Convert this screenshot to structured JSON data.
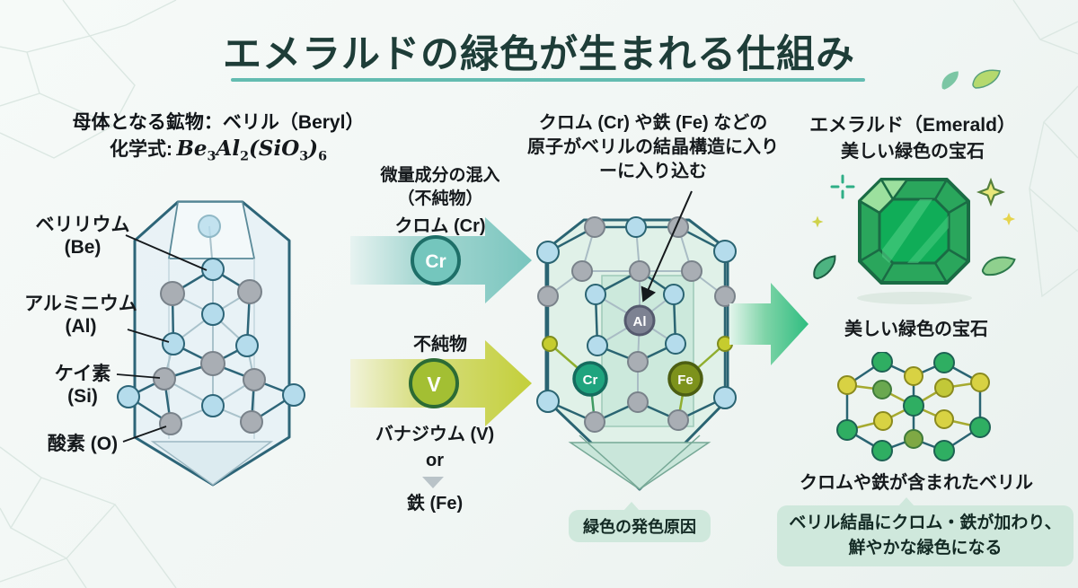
{
  "title": "エメラルドの緑色が生まれる仕組み",
  "beryl": {
    "heading": "母体となる鉱物：ベリル（Beryl）",
    "formula_prefix": "化学式:",
    "formula": {
      "p1": "Be",
      "s1": "3",
      "p2": "Al",
      "s2": "2",
      "p3": "(SiO",
      "s3": "3",
      "p4": ")",
      "s4": "6"
    },
    "atom_labels": [
      {
        "line1": "ベリリウム",
        "line2": "(Be)"
      },
      {
        "line1": "アルミニウム",
        "line2": "(Al)"
      },
      {
        "line1": "ケイ素",
        "line2": "(Si)"
      },
      {
        "line1": "酸素 (O)",
        "line2": ""
      }
    ]
  },
  "impurity_flow": {
    "heading_line1": "微量成分の混入",
    "heading_line2": "（不純物）",
    "chromium_label": "クロム (Cr)",
    "cr_badge": "Cr",
    "impurity_label": "不純物",
    "v_badge": "V",
    "vanadium_label": "バナジウム (V)",
    "or_label": "or",
    "iron_label": "鉄 (Fe)"
  },
  "doped_crystal": {
    "caption_line1": "クロム (Cr) や鉄 (Fe) などの",
    "caption_line2": "原子がベリルの結晶構造に入り",
    "caption_line3": "ーに入り込む",
    "al_badge": "Al",
    "cr_badge": "Cr",
    "fe_badge": "Fe",
    "cause_pill": "緑色の発色原因"
  },
  "emerald": {
    "heading": "エメラルド（Emerald）",
    "subheading": "美しい緑色の宝石",
    "lattice_heading": "美しい緑色の宝石",
    "lattice_caption": "クロムや鉄が含まれたベリル",
    "summary_line1": "ベリル結晶にクロム・鉄が加わり、",
    "summary_line2": "鮮やかな緑色になる"
  },
  "icons": {
    "leaf-icon": "leaf shape (svg path)",
    "sparkle-plus-icon": "＋",
    "sparkle-star-icon": "✦",
    "arrow-right-icon": "fat right arrow (svg polygon)",
    "arrow-down-icon": "▼",
    "annotation-arrow-icon": "thin arrow to Al site"
  },
  "palette": {
    "title_text": "#1e3d38",
    "underline": "#63bcb1",
    "teal_arrow": "#79c5be",
    "teal_badge": "#74c6bd",
    "teal_badge_ring": "#1e6f68",
    "yellow_arrow": "#c3cf3a",
    "v_badge": "#a3bf33",
    "v_badge_ring": "#2c6b35",
    "green_arrow": "#2fbd80",
    "bubble_bg": "#cfe8dc",
    "crystal_stroke": "#2a6472",
    "beryl_fill": "#e7f1f5",
    "doped_fill": "#def0e7",
    "atom_blue": "#b5dcec",
    "atom_gray": "#a9aeb4",
    "atom_green": "#2fae62",
    "atom_yellow": "#d8d243",
    "al_badge": "#7d8292",
    "cr_badge": "#1fa47e",
    "fe_badge": "#7d921c",
    "gem_green": "#10ad58",
    "gem_border": "#1a6b44"
  }
}
